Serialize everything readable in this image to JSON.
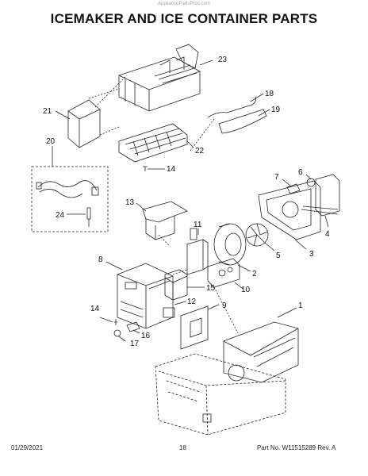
{
  "watermark": "AppliancePartsPros.com",
  "title": "ICEMAKER AND ICE CONTAINER PARTS",
  "footer": {
    "date": "01/29/2021",
    "page": "18",
    "part_no": "Part No. W11515289  Rev. A"
  },
  "callouts": {
    "c1": "1",
    "c2": "2",
    "c3": "3",
    "c4": "4",
    "c5": "5",
    "c6": "6",
    "c7": "7",
    "c8": "8",
    "c9": "9",
    "c10": "10",
    "c11": "11",
    "c12": "12",
    "c13": "13",
    "c14a": "14",
    "c14b": "14",
    "c15": "15",
    "c16": "16",
    "c17": "17",
    "c18": "18",
    "c19": "19",
    "c20": "20",
    "c21": "21",
    "c22": "22",
    "c23": "23",
    "c24": "24"
  }
}
